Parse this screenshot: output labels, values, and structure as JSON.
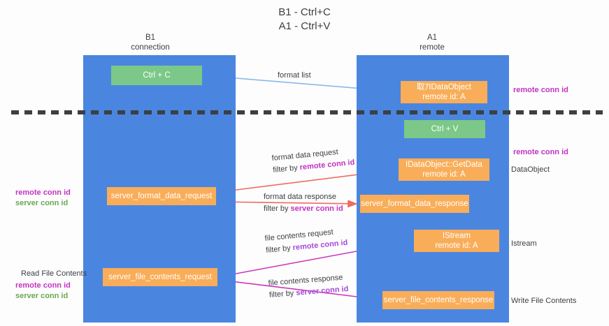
{
  "title": "B1 - Ctrl+C\nA1 - Ctrl+V",
  "columns": {
    "left": "B1\nconnection",
    "right": "A1\nremote"
  },
  "nodes": {
    "ctrl_c": "Ctrl + C",
    "idataobject": "取ｱIDataObject\nremote id: A",
    "ctrl_v": "Ctrl + V",
    "getdata": "IDataObject::GetData\nremote id: A",
    "server_format_data_request": "server_format_data_request",
    "server_format_data_response": "server_format_data_response",
    "istream": "IStream\nremote id: A",
    "server_file_contents_request": "server_file_contents_request",
    "server_file_contents_response": "server_file_contents_response"
  },
  "edges": {
    "format_list": "format list",
    "format_data_request": {
      "line1": "format data request",
      "line2_prefix": "filter by ",
      "line2_highlight": "remote conn id"
    },
    "format_data_response": {
      "line1": "format data response",
      "line2_prefix": "filter by ",
      "line2_highlight": "server conn id"
    },
    "file_contents_request": {
      "line1": "file contents request",
      "line2_prefix": "filter by ",
      "line2_highlight": "remote conn id"
    },
    "file_contents_response": {
      "line1": "file contents response",
      "line2_prefix": "filter by ",
      "line2_highlight": "server conn id"
    }
  },
  "annotations": {
    "right_remote_conn_id_top": "remote conn id",
    "right_remote_conn_id_mid": "remote conn id",
    "right_dataobject": "DataObject",
    "right_istream": "Istream",
    "right_write_file_contents": "Write File Contents",
    "left_remote_conn_id_mid": "remote conn id",
    "left_server_conn_id_mid": "server conn id",
    "left_read_file_contents": "Read File Contents",
    "left_remote_conn_id_bottom": "remote conn id",
    "left_server_conn_id_bottom": "server conn id"
  },
  "colors": {
    "lane": "#4a86e0",
    "node_green": "#7bc888",
    "node_orange": "#f9ad58",
    "accent_purple": "#c233c2",
    "accent_green": "#6aa84f",
    "arrow_red": "#ef6b5e",
    "arrow_magenta": "#cc33bb",
    "arrow_blue": "#8ab9e8",
    "arrow_black": "#1a1a1a",
    "divider": "#3c4043"
  }
}
